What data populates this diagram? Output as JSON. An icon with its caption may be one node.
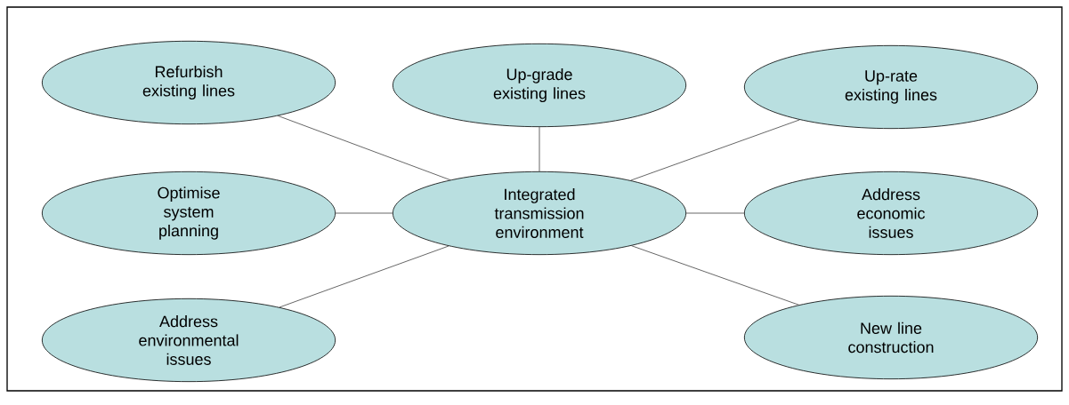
{
  "diagram": {
    "nodes": [
      {
        "text": [
          "Refurbish existing lines"
        ]
      },
      {
        "text": [
          "Up-grade existing lines"
        ]
      },
      {
        "text": [
          "Up-rate existing lines"
        ]
      },
      {
        "text": [
          "Optimise system planning"
        ]
      },
      {
        "text": [
          "Integrated transmission environment"
        ]
      },
      {
        "text": [
          "Address economic issues"
        ]
      },
      {
        "text": [
          "Address environmental issues"
        ]
      },
      {
        "text": [
          "New line construction"
        ]
      }
    ],
    "edges": [
      {
        "from": 4,
        "to": 0,
        "arrow": "none"
      },
      {
        "from": 4,
        "to": 1,
        "arrow": "none"
      },
      {
        "from": 4,
        "to": 2,
        "arrow": "none"
      },
      {
        "from": 4,
        "to": 3,
        "arrow": "none"
      },
      {
        "from": 4,
        "to": 5,
        "arrow": "none"
      },
      {
        "from": 4,
        "to": 6,
        "arrow": "none"
      },
      {
        "from": 4,
        "to": 7,
        "arrow": "none"
      }
    ]
  }
}
